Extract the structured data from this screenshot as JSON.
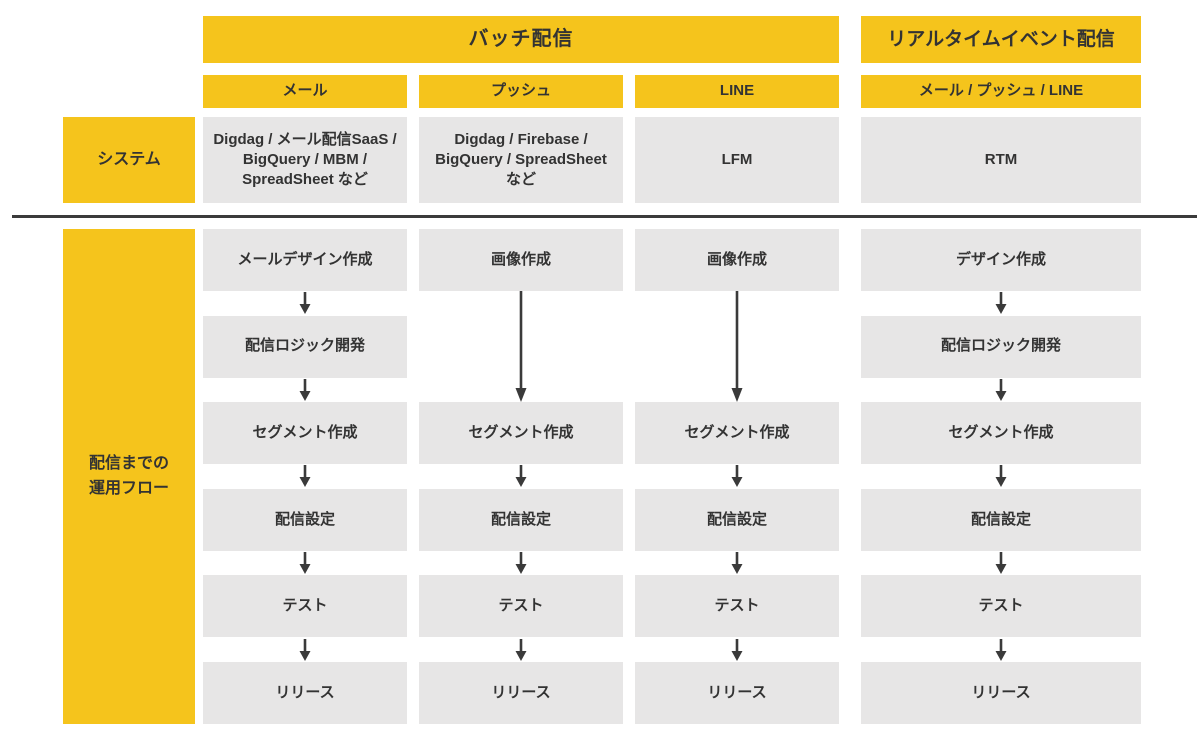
{
  "colors": {
    "accent_yellow": "#F5C41C",
    "cell_gray": "#E7E6E6",
    "text_dark": "#333333",
    "divider": "#3B3B3B",
    "arrow": "#3A3A3A",
    "background": "#FFFFFF"
  },
  "header": {
    "batch": "バッチ配信",
    "realtime": "リアルタイムイベント配信"
  },
  "channels": [
    "メール",
    "プッシュ",
    "LINE",
    "メール / プッシュ / LINE"
  ],
  "system_row": {
    "label": "システム",
    "cells": [
      "Digdag / メール配信SaaS / BigQuery / MBM / SpreadSheet など",
      "Digdag / Firebase / BigQuery / SpreadSheet など",
      "LFM",
      "RTM"
    ]
  },
  "flow": {
    "label_lines": [
      "配信までの",
      "運用フロー"
    ],
    "columns": [
      {
        "name": "mail",
        "steps": [
          "メールデザイン作成",
          "配信ロジック開発",
          "セグメント作成",
          "配信設定",
          "テスト",
          "リリース"
        ]
      },
      {
        "name": "push",
        "steps": [
          "画像作成",
          "",
          "セグメント作成",
          "配信設定",
          "テスト",
          "リリース"
        ]
      },
      {
        "name": "line",
        "steps": [
          "画像作成",
          "",
          "セグメント作成",
          "配信設定",
          "テスト",
          "リリース"
        ]
      },
      {
        "name": "realtime",
        "steps": [
          "デザイン作成",
          "配信ロジック開発",
          "セグメント作成",
          "配信設定",
          "テスト",
          "リリース"
        ]
      }
    ]
  }
}
